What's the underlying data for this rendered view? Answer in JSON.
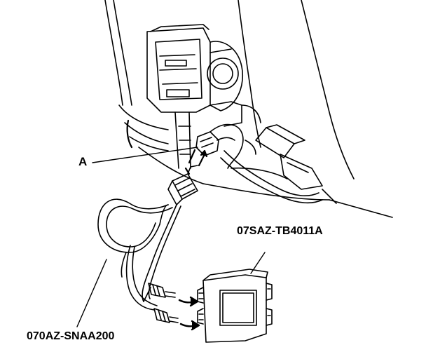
{
  "labels": {
    "part_a": "A",
    "tester_part_number": "07SAZ-TB4011A",
    "harness_part_number": "070AZ-SNAA200"
  }
}
